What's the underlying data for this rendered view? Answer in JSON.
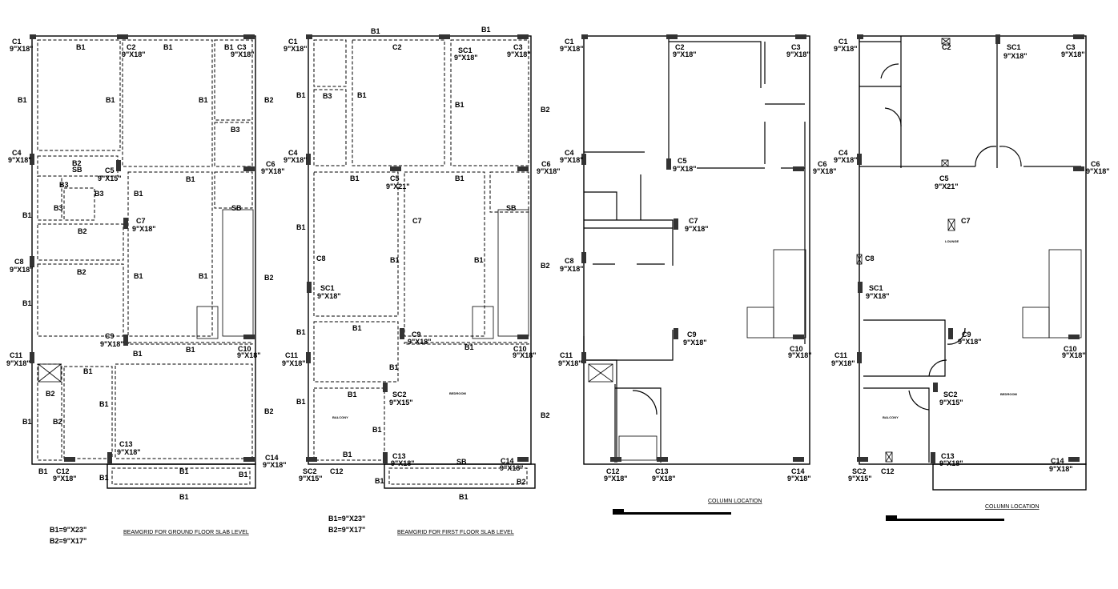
{
  "sheets": [
    {
      "title": "BEAMGRID FOR GROUND FLOOR SLAB LEVEL",
      "legend": [
        "B1=9\"X23\"",
        "B2=9\"X17\""
      ],
      "labels": [
        "C1",
        "9\"X18\"",
        "C2",
        "9\"X18\"",
        "C3",
        "9\"X18\"",
        "C4",
        "9\"X18\"",
        "C5",
        "9\"X15\"",
        "C6",
        "9\"X18\"",
        "C7",
        "9\"X18\"",
        "C8",
        "9\"X18\"",
        "C9",
        "9\"X18\"",
        "C10",
        "9\"X18\"",
        "C11",
        "9\"X18\"",
        "C12",
        "9\"X18\"",
        "C13",
        "9\"X18\"",
        "C14",
        "9\"X18\"",
        "B1",
        "B1",
        "B1",
        "B1",
        "B1",
        "B1",
        "B1",
        "B1",
        "B1",
        "B1",
        "B1",
        "B1",
        "B1",
        "B1",
        "B1",
        "B1",
        "B1",
        "B2",
        "B2",
        "B2",
        "B2",
        "B2",
        "B2",
        "B2",
        "B2",
        "B3",
        "B3",
        "B3",
        "B3",
        "SB",
        "SB"
      ]
    },
    {
      "title": "BEAMGRID FOR FIRST FLOOR SLAB LEVEL",
      "legend": [
        "B1=9\"X23\"",
        "B2=9\"X17\""
      ],
      "labels": [
        "C1",
        "9\"X18\"",
        "C2",
        "SC1",
        "9\"X18\"",
        "C3",
        "9\"X18\"",
        "C4",
        "9\"X18\"",
        "C5",
        "9\"X21\"",
        "C6",
        "9\"X18\"",
        "C7",
        "C8",
        "SC1",
        "9\"X18\"",
        "C9",
        "9\"X18\"",
        "C10",
        "9\"X18\"",
        "C11",
        "9\"X18\"",
        "SC2",
        "9\"X15\"",
        "C12",
        "SC2",
        "9\"X15\"",
        "C13",
        "9\"X18\"",
        "C14",
        "9\"X18\"",
        "B1",
        "B1",
        "B1",
        "B1",
        "B1",
        "B1",
        "B1",
        "B1",
        "B1",
        "B1",
        "B1",
        "B1",
        "B1",
        "B1",
        "B1",
        "B1",
        "B1",
        "B1",
        "B1",
        "B1",
        "B2",
        "B2",
        "B2",
        "B2",
        "B3",
        "SB",
        "SB",
        "BEDROOM",
        "BALCONY"
      ]
    },
    {
      "title": "COLUMN LOCATION",
      "labels": [
        "C1",
        "9\"X18\"",
        "C2",
        "9\"X18\"",
        "C3",
        "9\"X18\"",
        "C4",
        "9\"X18\"",
        "C5",
        "9\"X18\"",
        "C6",
        "9\"X18\"",
        "C7",
        "9\"X18\"",
        "C8",
        "9\"X18\"",
        "C9",
        "9\"X18\"",
        "C10",
        "9\"X18\"",
        "C11",
        "9\"X18\"",
        "C12",
        "9\"X18\"",
        "C13",
        "9\"X18\"",
        "C14",
        "9\"X18\""
      ]
    },
    {
      "title": "COLUMN LOCATION",
      "labels": [
        "C1",
        "9\"X18\"",
        "C2",
        "SC1",
        "9\"X18\"",
        "C3",
        "9\"X18\"",
        "C4",
        "9\"X18\"",
        "C5",
        "9\"X21\"",
        "C6",
        "9\"X18\"",
        "C7",
        "C8",
        "SC1",
        "9\"X18\"",
        "C9",
        "9\"X18\"",
        "C10",
        "9\"X18\"",
        "C11",
        "9\"X18\"",
        "SC2",
        "9\"X15\"",
        "C12",
        "C13",
        "9\"X18\"",
        "C14",
        "9\"X18\"",
        "LOUNGE",
        "BEDROOM",
        "BALCONY"
      ]
    }
  ]
}
